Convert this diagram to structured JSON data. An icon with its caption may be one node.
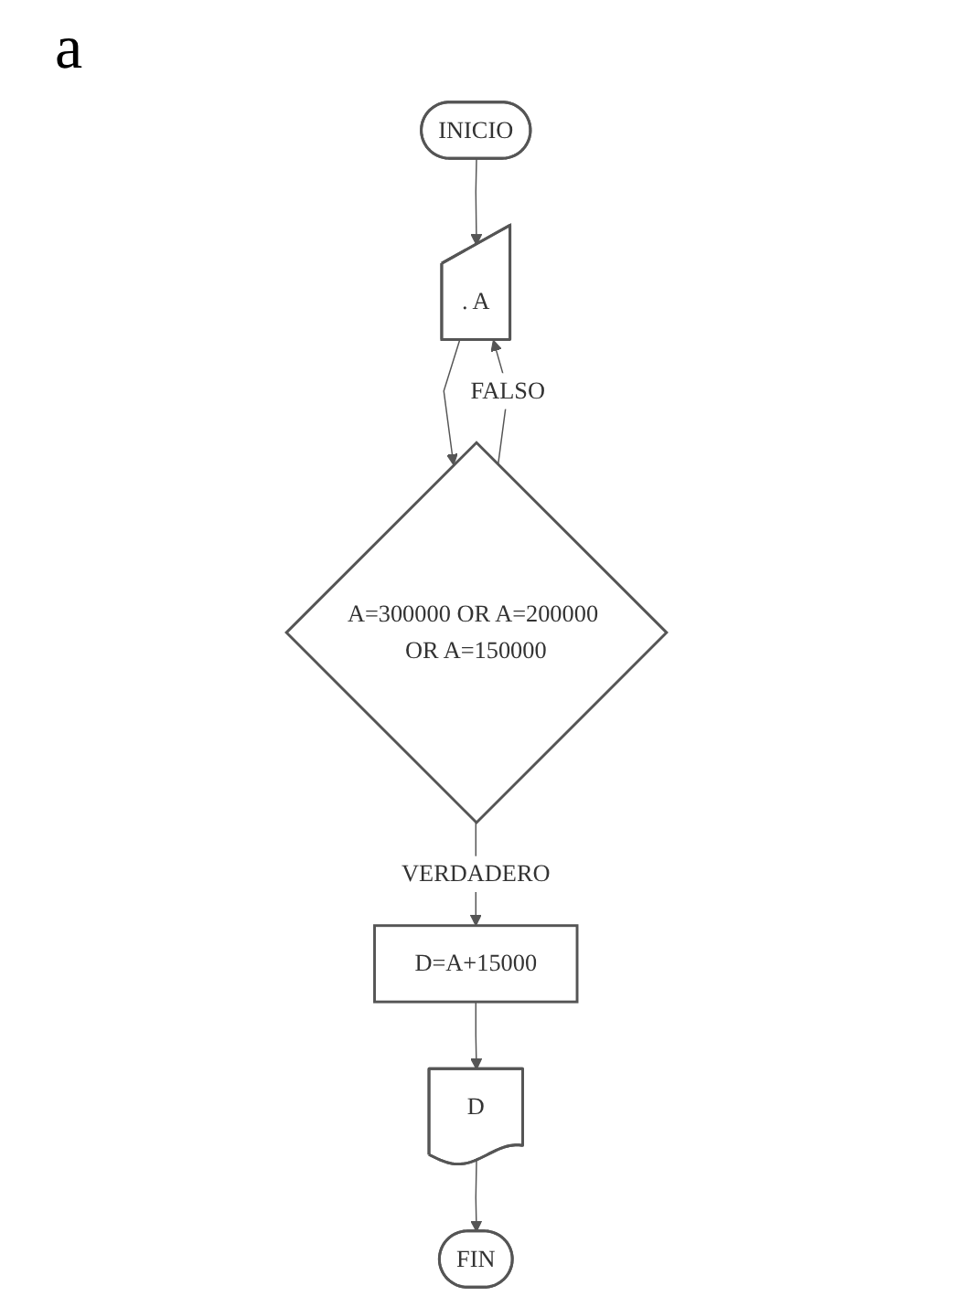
{
  "diagram": {
    "nodes": [
      {
        "text": [
          "INICIO"
        ]
      },
      {
        "text": [
          ". A"
        ]
      },
      {
        "text": [
          "A=300000 OR A=200000 OR A=150000"
        ]
      },
      {
        "text": [
          "D=A+15000"
        ]
      },
      {
        "text": [
          "D"
        ]
      },
      {
        "text": [
          "FIN"
        ]
      }
    ],
    "edges": [
      {
        "from": 0,
        "to": 1,
        "arrow": "to"
      },
      {
        "from": 1,
        "to": 2,
        "arrow": "to"
      },
      {
        "from": 2,
        "to": 1,
        "arrow": "to",
        "label": "FALSO"
      },
      {
        "from": 2,
        "to": 3,
        "arrow": "to",
        "label": "VERDADERO"
      },
      {
        "from": 3,
        "to": 4,
        "arrow": "to"
      },
      {
        "from": 4,
        "to": 5,
        "arrow": "to"
      }
    ],
    "labels": [
      "a"
    ]
  }
}
